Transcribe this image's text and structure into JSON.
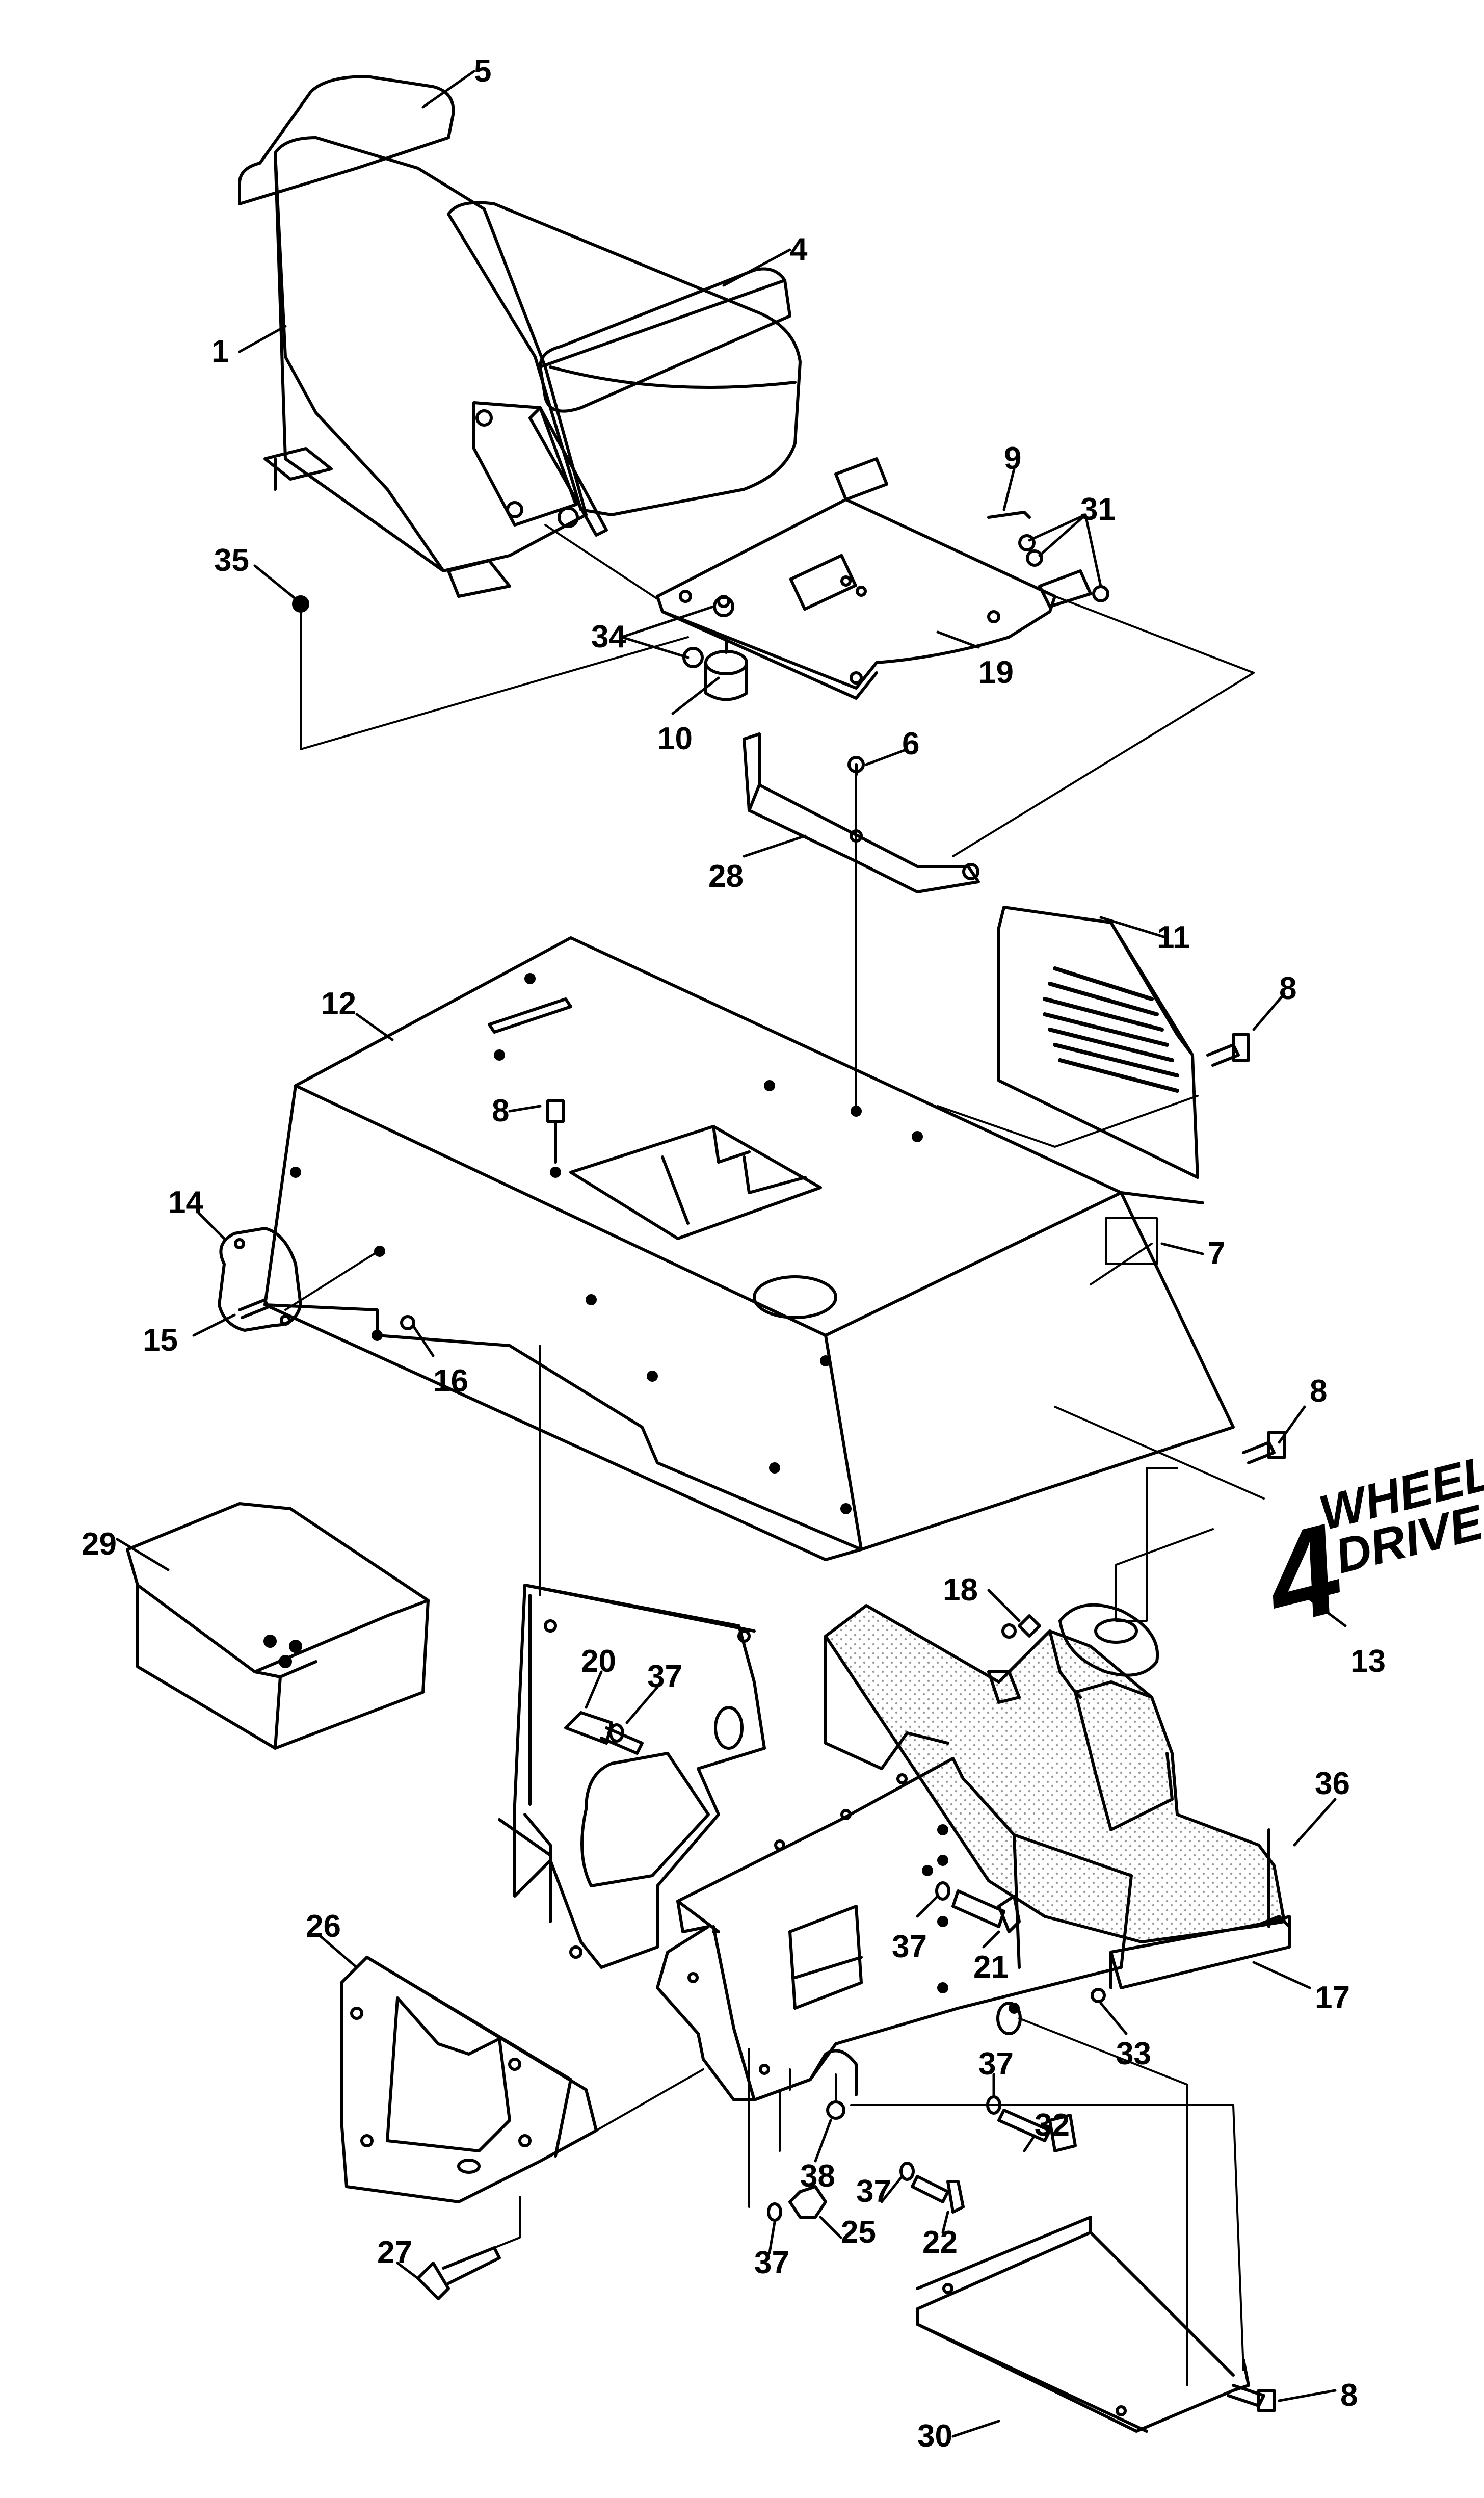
{
  "callouts": [
    {
      "id": "c5",
      "text": "5"
    },
    {
      "id": "c4",
      "text": "4"
    },
    {
      "id": "c1",
      "text": "1"
    },
    {
      "id": "c9",
      "text": "9"
    },
    {
      "id": "c31",
      "text": "31"
    },
    {
      "id": "c35",
      "text": "35"
    },
    {
      "id": "c34",
      "text": "34"
    },
    {
      "id": "c19",
      "text": "19"
    },
    {
      "id": "c10",
      "text": "10"
    },
    {
      "id": "c6",
      "text": "6"
    },
    {
      "id": "c28",
      "text": "28"
    },
    {
      "id": "c11",
      "text": "11"
    },
    {
      "id": "c8a",
      "text": "8"
    },
    {
      "id": "c12",
      "text": "12"
    },
    {
      "id": "c8b",
      "text": "8"
    },
    {
      "id": "c14",
      "text": "14"
    },
    {
      "id": "c7",
      "text": "7"
    },
    {
      "id": "c15",
      "text": "15"
    },
    {
      "id": "c16",
      "text": "16"
    },
    {
      "id": "c8c",
      "text": "8"
    },
    {
      "id": "c29",
      "text": "29"
    },
    {
      "id": "c20",
      "text": "20"
    },
    {
      "id": "c37a",
      "text": "37"
    },
    {
      "id": "c18",
      "text": "18"
    },
    {
      "id": "c13",
      "text": "13"
    },
    {
      "id": "c36",
      "text": "36"
    },
    {
      "id": "c37b",
      "text": "37"
    },
    {
      "id": "c21",
      "text": "21"
    },
    {
      "id": "c17",
      "text": "17"
    },
    {
      "id": "c26",
      "text": "26"
    },
    {
      "id": "c33",
      "text": "33"
    },
    {
      "id": "c37c",
      "text": "37"
    },
    {
      "id": "c32",
      "text": "32"
    },
    {
      "id": "c38",
      "text": "38"
    },
    {
      "id": "c37d",
      "text": "37"
    },
    {
      "id": "c22",
      "text": "22"
    },
    {
      "id": "c37e",
      "text": "37"
    },
    {
      "id": "c25",
      "text": "25"
    },
    {
      "id": "c27",
      "text": "27"
    },
    {
      "id": "c8d",
      "text": "8"
    },
    {
      "id": "c30",
      "text": "30"
    }
  ],
  "decal": {
    "number": "4",
    "line1": "WHEEL",
    "line2": "DRIVE"
  }
}
